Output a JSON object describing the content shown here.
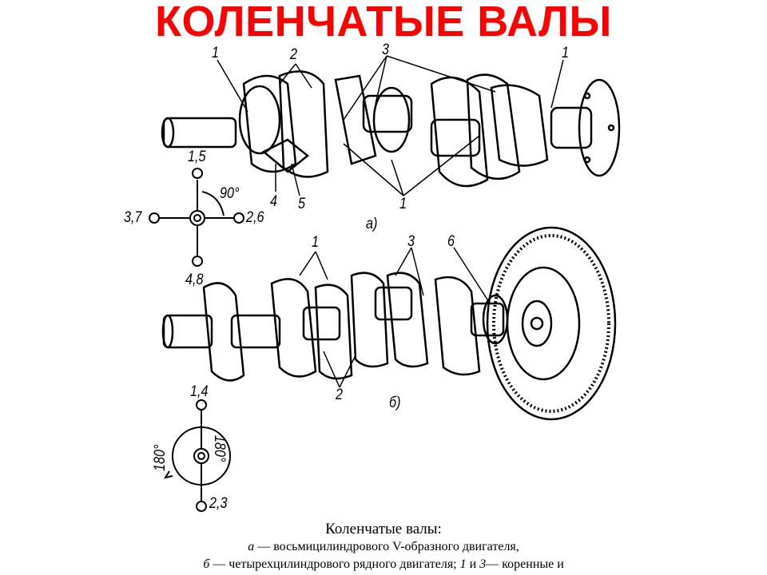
{
  "title": "КОЛЕНЧАТЫЕ ВАЛЫ",
  "figure_a": {
    "label": "а)",
    "callouts": [
      "1",
      "2",
      "3",
      "1",
      "4",
      "5",
      "1"
    ],
    "firing_diagram": {
      "top": "1,5",
      "left": "3,7",
      "right": "2,6",
      "bottom": "4,8",
      "angle": "90°"
    }
  },
  "figure_b": {
    "label": "б)",
    "callouts": [
      "1",
      "3",
      "6",
      "2"
    ],
    "firing_diagram": {
      "top": "1,4",
      "bottom": "2,3",
      "angle_left": "180°",
      "angle_right": "180°"
    }
  },
  "caption": {
    "heading": "Коленчатые валы:",
    "line_a_prefix": "а",
    "line_a": " — восьмицилиндрового V-образного двигателя,",
    "line_b_prefix": "б",
    "line_b": " — четырехцилиндрового рядного двигателя; ",
    "line_b_num1": "1",
    "line_b_and": " и ",
    "line_b_num2": "3",
    "line_b_end": "— коренные и"
  }
}
